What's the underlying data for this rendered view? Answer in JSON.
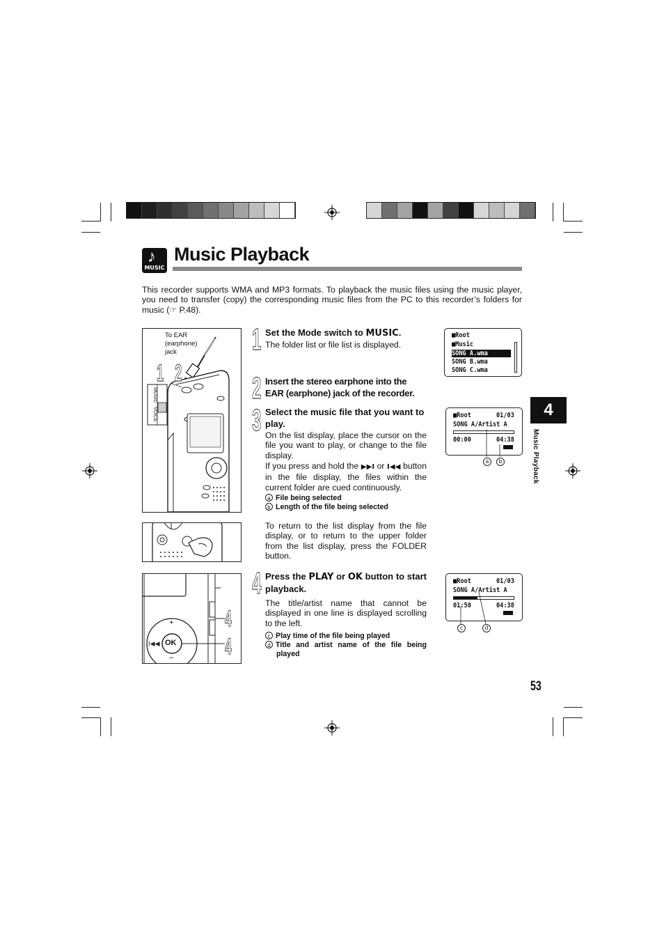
{
  "colors": {
    "bar_left": [
      "#111111",
      "#1f1f1f",
      "#303030",
      "#424242",
      "#5a5a5a",
      "#707070",
      "#888888",
      "#a3a3a3",
      "#bdbdbd",
      "#d6d6d6",
      "#ffffff"
    ],
    "bar_right": [
      "#d6d6d6",
      "#707070",
      "#a3a3a3",
      "#111111",
      "#a3a3a3",
      "#424242",
      "#111111",
      "#d6d6d6",
      "#bdbdbd",
      "#d6d6d6",
      "#707070"
    ]
  },
  "title": {
    "icon_label": "MUSIC",
    "icon": "music-note-icon",
    "text": "Music Playback"
  },
  "intro": "This recorder supports WMA and MP3 formats. To playback the music files using the music player, you need to transfer (copy) the corresponding music files from the PC to this recorder’s folders for music (☞ P.48).",
  "illustration1": {
    "jack_label_1": "To EAR",
    "jack_label_2": "(earphone)",
    "jack_label_3": "jack",
    "num_a": "1",
    "num_b": "2",
    "switch_music": "MUSIC",
    "switch_voice": "VOICE"
  },
  "illustration3": {
    "num_a": "4",
    "num_b": "4",
    "ok_label": "OK",
    "plus": "+",
    "minus": "−"
  },
  "steps": [
    {
      "num": "1",
      "heading_pre": "Set the Mode switch to ",
      "heading_key": "MUSIC",
      "heading_post": ".",
      "body": "The folder list or file list is displayed."
    },
    {
      "num": "2",
      "heading": "Insert the stereo earphone into the EAR (earphone) jack of the recorder."
    },
    {
      "num": "3",
      "heading": "Select the music file that you want to play.",
      "body_1": "On the list display, place the cursor on the file you want to play, or change to the file display.",
      "body_2_pre": "If you press and hold the ",
      "body_2_key_a": "▶▶I",
      "body_2_mid": " or ",
      "body_2_key_b": "I◀◀",
      "body_2_post": " button in the file display, the files within the current folder are cued continuously.",
      "captions": [
        {
          "mark": "a",
          "text": "File being selected"
        },
        {
          "mark": "b",
          "text": "Length of the file being selected"
        }
      ],
      "note": "To return to the list display from the file display, or to return to the upper folder from the list display, press the FOLDER button."
    },
    {
      "num": "4",
      "heading_pre": "Press the ",
      "heading_key_a": "PLAY",
      "heading_mid": " or ",
      "heading_key_b": "OK",
      "heading_post": " button to start playback.",
      "body": "The title/artist name that cannot be displayed in one line is displayed scrolling to the left.",
      "captions": [
        {
          "mark": "c",
          "text": "Play time of the file being played"
        },
        {
          "mark": "d",
          "text": "Title and artist name of the file being played"
        }
      ]
    }
  ],
  "lcd1": {
    "root": "Root",
    "folder": "Music",
    "files": [
      "SONG A.wma",
      "SONG B.wma",
      "SONG C.wma"
    ]
  },
  "lcd2": {
    "root": "Root",
    "count": "01/03",
    "title": "SONG A/Artist A",
    "time": "00:00",
    "length": "04:38",
    "progress": 0.0,
    "mark_a": "a",
    "mark_b": "b"
  },
  "lcd3": {
    "root": "Root",
    "count": "01/03",
    "title": "SONG A/Artist A",
    "time": "01:50",
    "length": "04:38",
    "progress": 0.4,
    "mark_c": "c",
    "mark_d": "d"
  },
  "chapter_tab": "4",
  "side_label": "Music Playback",
  "page_number": "53"
}
